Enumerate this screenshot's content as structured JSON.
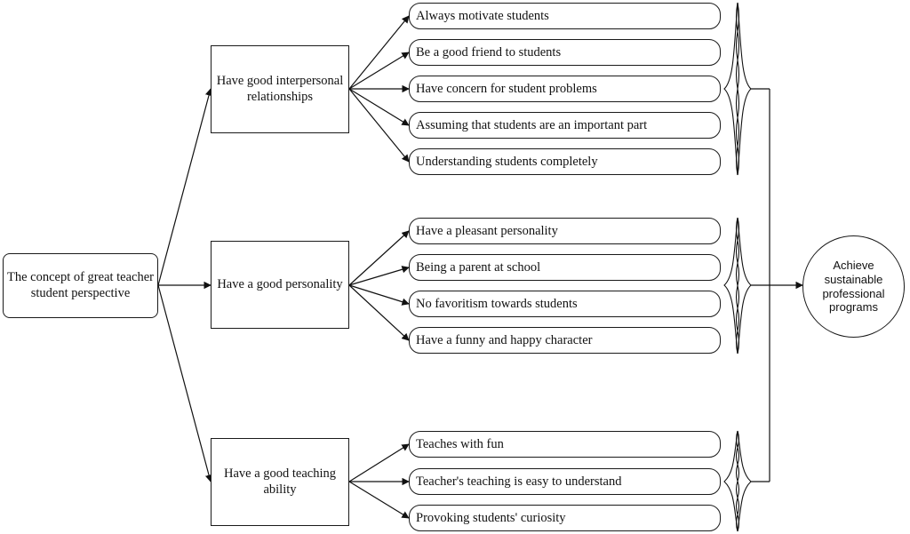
{
  "root": {
    "label": "The concept of great teacher student perspective"
  },
  "categories": [
    {
      "label": "Have good interpersonal relationships",
      "items": [
        "Always motivate students",
        "Be a good friend to students",
        "Have concern for student problems",
        "Assuming that students are an important part",
        "Understanding students completely"
      ]
    },
    {
      "label": "Have a good personality",
      "items": [
        "Have a pleasant personality",
        "Being a parent at school",
        "No favoritism towards students",
        "Have a funny and happy character"
      ]
    },
    {
      "label": "Have a good teaching ability",
      "items": [
        "Teaches with fun",
        "Teacher's teaching is easy to understand",
        "Provoking students' curiosity"
      ]
    }
  ],
  "goal": {
    "label": "Achieve sustainable professional programs"
  }
}
